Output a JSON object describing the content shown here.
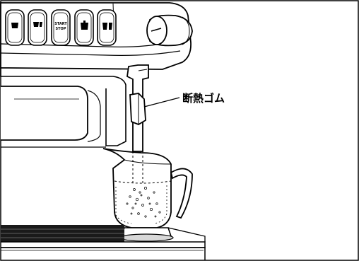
{
  "buttons": [
    {
      "icon": "cup-one-icon"
    },
    {
      "icon": "cup-two-icon"
    },
    {
      "icon": "start-stop-icon",
      "label_line1": "START",
      "label_line2": "STOP"
    },
    {
      "icon": "cup-large-icon"
    },
    {
      "icon": "cup-double-large-icon"
    }
  ],
  "callout": {
    "label": "断熱ゴム"
  },
  "colors": {
    "stroke": "#000000",
    "fill_light": "#ffffff",
    "shade": "#d8d8d8",
    "grille": "#1a1a1a"
  }
}
